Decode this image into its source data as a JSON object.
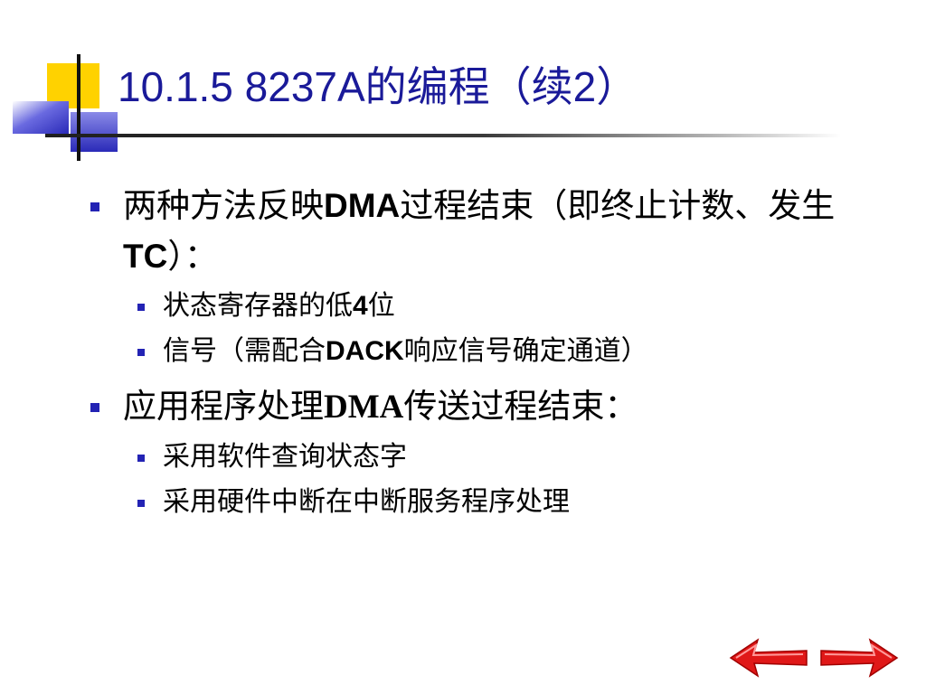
{
  "title": "10.1.5  8237A的编程（续2）",
  "items": [
    {
      "text": [
        {
          "t": "两种方法反映",
          "style": "normal"
        },
        {
          "t": "DMA",
          "style": "bold"
        },
        {
          "t": "过程结束（即终止计数、发生",
          "style": "normal"
        },
        {
          "t": "TC",
          "style": "bold"
        },
        {
          "t": "）：",
          "style": "normal"
        }
      ],
      "children": [
        [
          {
            "t": "状态寄存器的低",
            "style": "normal"
          },
          {
            "t": "4",
            "style": "bold"
          },
          {
            "t": "位",
            "style": "normal"
          }
        ],
        [
          {
            "t": "信号（需配合",
            "style": "normal"
          },
          {
            "t": "DACK",
            "style": "bold"
          },
          {
            "t": "响应信号确定通道）",
            "style": "normal"
          }
        ]
      ]
    },
    {
      "text": [
        {
          "t": "应用程序处理",
          "style": "normal"
        },
        {
          "t": "DMA",
          "style": "serifbold"
        },
        {
          "t": "传送过程结束：",
          "style": "normal"
        }
      ],
      "children": [
        [
          {
            "t": "采用软件查询状态字",
            "style": "normal"
          }
        ],
        [
          {
            "t": "采用硬件中断在中断服务程序处理",
            "style": "normal"
          }
        ]
      ]
    }
  ],
  "icons": {
    "logo": "decorative-squares-logo-icon",
    "prev": "arrow-left-icon",
    "next": "arrow-right-icon"
  },
  "colors": {
    "title": "#1a1a99",
    "bullet": "#2323b4",
    "arrow": "#e01818",
    "logo_yellow": "#ffd200",
    "logo_blue": "#3c3cc8"
  }
}
